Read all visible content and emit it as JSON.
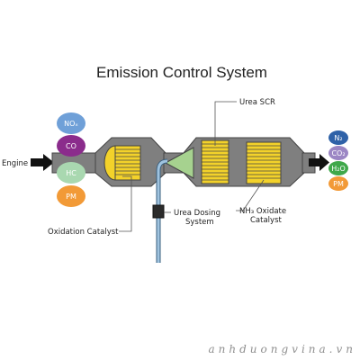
{
  "title": "Emission Control System",
  "labels": {
    "engine": "Engine",
    "urea_scr": "Urea SCR",
    "oxidation_catalyst": "Oxidation Catalyst",
    "urea_dosing_line1": "Urea Dosing",
    "urea_dosing_line2": "System",
    "nh3_line1": "NH₃ Oxidate",
    "nh3_line2": "Catalyst"
  },
  "inputs": [
    {
      "text": "NOₓ",
      "color": "#6fa0d8"
    },
    {
      "text": "CO",
      "color": "#8b2c8c"
    },
    {
      "text": "HC",
      "color": "#a9d8b0"
    },
    {
      "text": "PM",
      "color": "#f29a37"
    }
  ],
  "outputs": [
    {
      "text": "N₂",
      "color": "#2f62a8"
    },
    {
      "text": "CO₂",
      "color": "#9b86c4"
    },
    {
      "text": "H₂O",
      "color": "#3fa84a"
    },
    {
      "text": "PM",
      "color": "#f29a37"
    }
  ],
  "watermark": "anhduongvina.vn",
  "colors": {
    "body": "#7f7f7f",
    "body_stroke": "#444444",
    "catalyst": "#f3d22a",
    "cone": "#a6d28f",
    "tube": "#9fc3df",
    "arrow": "#111111"
  }
}
